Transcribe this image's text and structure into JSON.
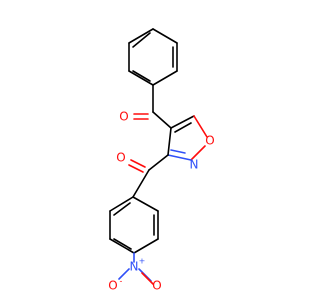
{
  "atoms": {
    "carbonyl_oxygen_upper": {
      "symbol": "O",
      "color": "#ff0d0d"
    },
    "carbonyl_oxygen_lower": {
      "symbol": "O",
      "color": "#ff0d0d"
    },
    "ring_oxygen": {
      "symbol": "O",
      "color": "#ff0d0d"
    },
    "ring_nitrogen": {
      "symbol": "N",
      "color": "#3050f8"
    },
    "nitro_nitrogen": {
      "symbol": "N",
      "charge": "+",
      "color": "#3050f8"
    },
    "nitro_oxygen_left": {
      "symbol": "O",
      "charge": "-",
      "color": "#ff0d0d"
    },
    "nitro_oxygen_right": {
      "symbol": "O",
      "color": "#ff0d0d"
    }
  }
}
